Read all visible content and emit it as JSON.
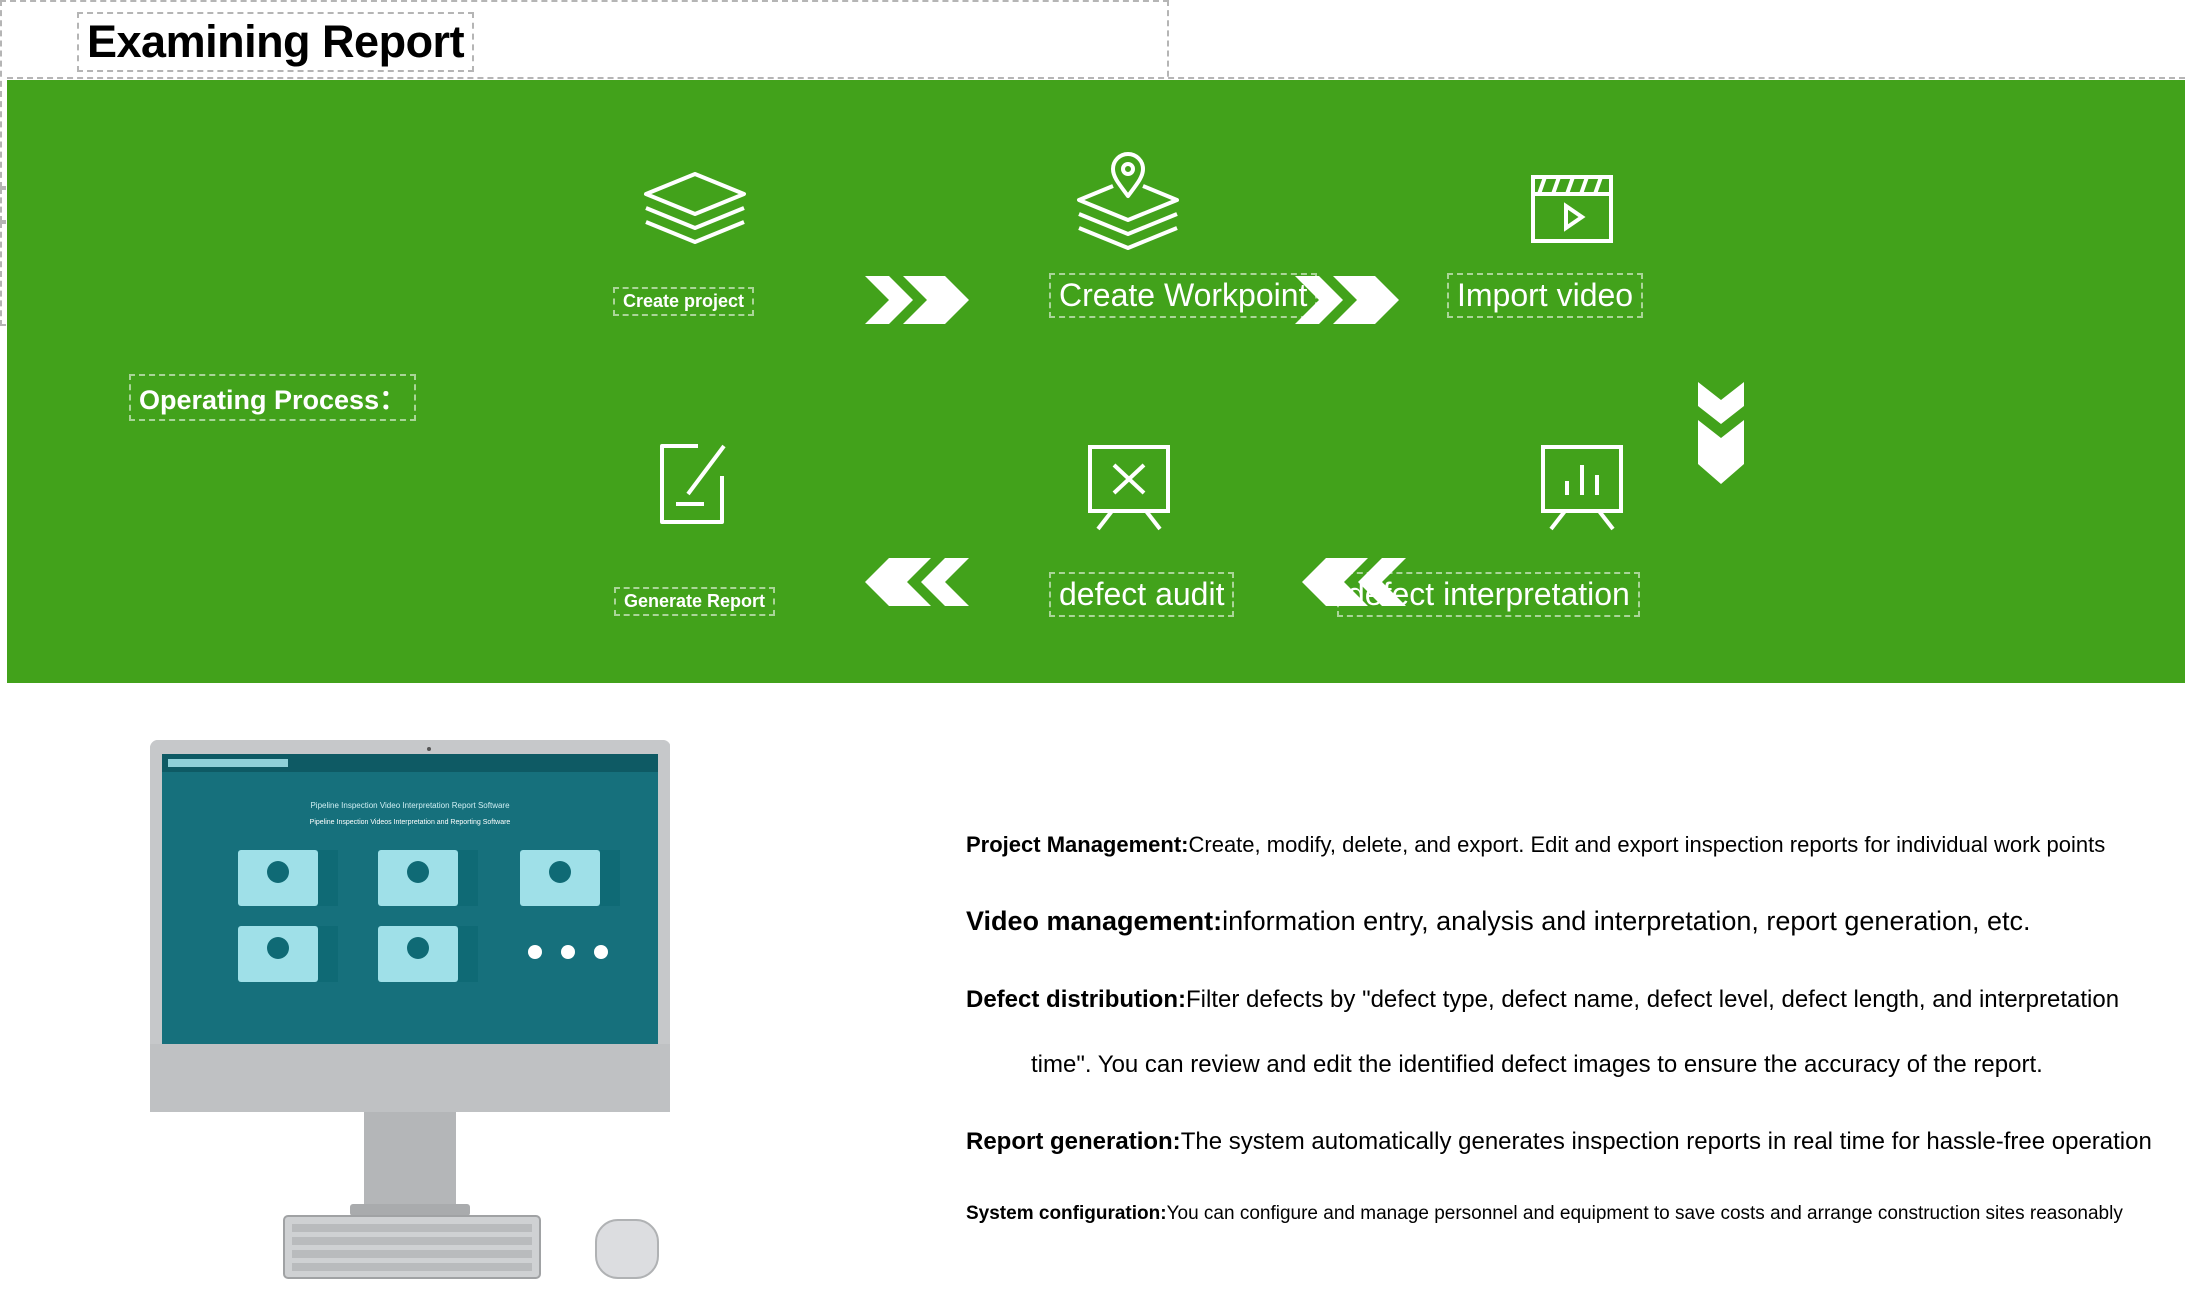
{
  "page_title": "Examining Report",
  "banner": {
    "bg_color": "#42a21b",
    "operating_label": "Operating Process：",
    "steps": {
      "create_project": "Create project",
      "create_workpoint": "Create Workpoint",
      "import_video": "Import video",
      "generate_report": "Generate Report",
      "defect_audit": "defect audit",
      "defect_interpretation": "defect interpretation"
    },
    "icons": [
      "layers-icon",
      "location-layers-icon",
      "video-clapper-icon",
      "edit-icon",
      "presentation-x-icon",
      "presentation-chart-icon"
    ]
  },
  "features": {
    "project_label": "Project Management:",
    "project_text": "Create, modify, delete, and export. Edit and export inspection reports for individual work points",
    "video_label": "Video management:",
    "video_text": "information entry, analysis and interpretation, report generation, etc.",
    "defect_label": "Defect distribution:",
    "defect_text": "Filter defects by \"defect type, defect name, defect level, defect length, and interpretation",
    "defect_text_cont": "time\". You can review and edit the identified defect images to ensure the accuracy of the report.",
    "report_label": "Report generation:",
    "report_text": "The system automatically generates inspection reports in real time for hassle-free operation",
    "config_label": "System configuration:",
    "config_text": "You can configure and manage personnel and equipment to save costs and arrange construction sites reasonably"
  },
  "monitor_screen": {
    "app_title": "Pipeline Inspection Video Interpretation Report Software",
    "app_subtitle": "Pipeline Inspection Videos Interpretation and Reporting Software"
  }
}
